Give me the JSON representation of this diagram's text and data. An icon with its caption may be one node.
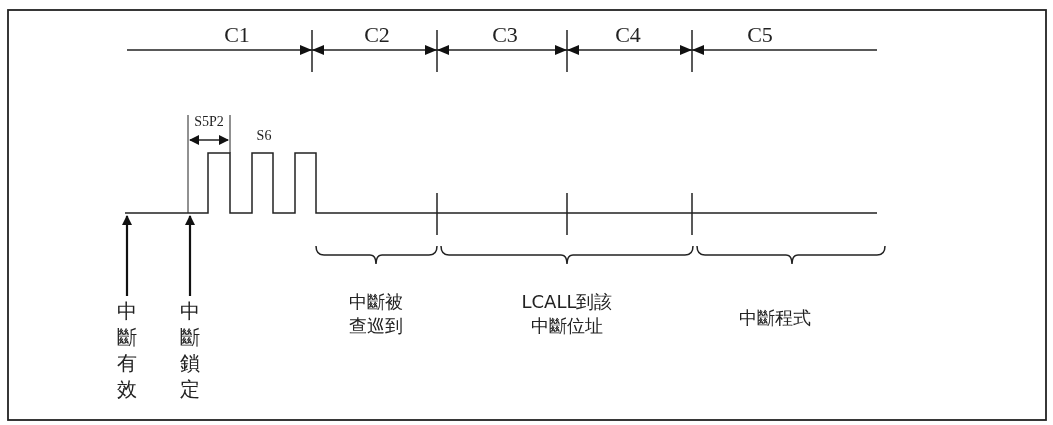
{
  "diagram": {
    "nodes": [
      {
        "text": [
          "中斷有效"
        ]
      },
      {
        "text": [
          "中斷鎖定"
        ]
      },
      {
        "text": [],
        "shape": "waveform"
      }
    ],
    "edges": [
      {
        "from": 0,
        "to": 2,
        "arrow": "to"
      },
      {
        "from": 1,
        "to": 2,
        "arrow": "to"
      }
    ],
    "labels": [
      "C1",
      "C2",
      "C3",
      "C4",
      "C5",
      "S5P2",
      "S6",
      "中斷被查巡到",
      "LCALL到該中斷位址",
      "中斷程式"
    ]
  }
}
